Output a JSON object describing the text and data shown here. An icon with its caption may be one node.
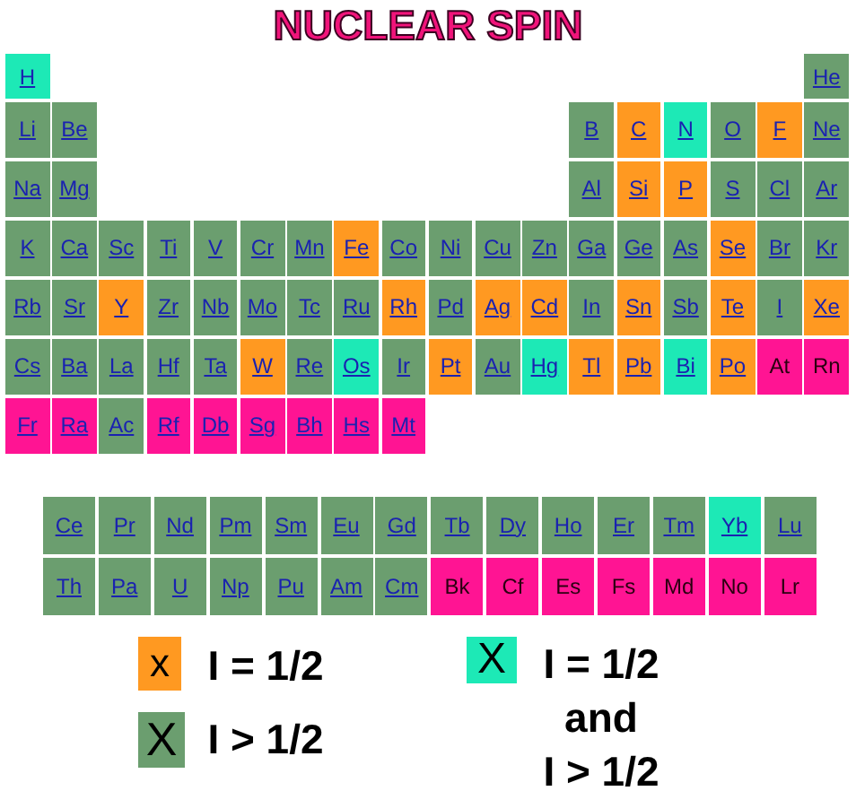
{
  "diagram": {
    "title": "NUCLEAR SPIN",
    "nodes": [
      {
        "text": [
          "H"
        ]
      },
      {
        "text": [
          "He"
        ]
      },
      {
        "text": [
          "Li"
        ]
      },
      {
        "text": [
          "Be"
        ]
      },
      {
        "text": [
          "B"
        ]
      },
      {
        "text": [
          "C"
        ]
      },
      {
        "text": [
          "N"
        ]
      },
      {
        "text": [
          "O"
        ]
      },
      {
        "text": [
          "F"
        ]
      },
      {
        "text": [
          "Ne"
        ]
      },
      {
        "text": [
          "Na"
        ]
      },
      {
        "text": [
          "Mg"
        ]
      },
      {
        "text": [
          "Al"
        ]
      },
      {
        "text": [
          "Si"
        ]
      },
      {
        "text": [
          "P"
        ]
      },
      {
        "text": [
          "S"
        ]
      },
      {
        "text": [
          "Cl"
        ]
      },
      {
        "text": [
          "Ar"
        ]
      },
      {
        "text": [
          "K"
        ]
      },
      {
        "text": [
          "Ca"
        ]
      },
      {
        "text": [
          "Sc"
        ]
      },
      {
        "text": [
          "Ti"
        ]
      },
      {
        "text": [
          "V"
        ]
      },
      {
        "text": [
          "Cr"
        ]
      },
      {
        "text": [
          "Mn"
        ]
      },
      {
        "text": [
          "Fe"
        ]
      },
      {
        "text": [
          "Co"
        ]
      },
      {
        "text": [
          "Ni"
        ]
      },
      {
        "text": [
          "Cu"
        ]
      },
      {
        "text": [
          "Zn"
        ]
      },
      {
        "text": [
          "Ga"
        ]
      },
      {
        "text": [
          "Ge"
        ]
      },
      {
        "text": [
          "As"
        ]
      },
      {
        "text": [
          "Se"
        ]
      },
      {
        "text": [
          "Br"
        ]
      },
      {
        "text": [
          "Kr"
        ]
      },
      {
        "text": [
          "Rb"
        ]
      },
      {
        "text": [
          "Sr"
        ]
      },
      {
        "text": [
          "Y"
        ]
      },
      {
        "text": [
          "Zr"
        ]
      },
      {
        "text": [
          "Nb"
        ]
      },
      {
        "text": [
          "Mo"
        ]
      },
      {
        "text": [
          "Tc"
        ]
      },
      {
        "text": [
          "Ru"
        ]
      },
      {
        "text": [
          "Rh"
        ]
      },
      {
        "text": [
          "Pd"
        ]
      },
      {
        "text": [
          "Ag"
        ]
      },
      {
        "text": [
          "Cd"
        ]
      },
      {
        "text": [
          "In"
        ]
      },
      {
        "text": [
          "Sn"
        ]
      },
      {
        "text": [
          "Sb"
        ]
      },
      {
        "text": [
          "Te"
        ]
      },
      {
        "text": [
          "I"
        ]
      },
      {
        "text": [
          "Xe"
        ]
      },
      {
        "text": [
          "Cs"
        ]
      },
      {
        "text": [
          "Ba"
        ]
      },
      {
        "text": [
          "La"
        ]
      },
      {
        "text": [
          "Hf"
        ]
      },
      {
        "text": [
          "Ta"
        ]
      },
      {
        "text": [
          "W"
        ]
      },
      {
        "text": [
          "Re"
        ]
      },
      {
        "text": [
          "Os"
        ]
      },
      {
        "text": [
          "Ir"
        ]
      },
      {
        "text": [
          "Pt"
        ]
      },
      {
        "text": [
          "Au"
        ]
      },
      {
        "text": [
          "Hg"
        ]
      },
      {
        "text": [
          "Tl"
        ]
      },
      {
        "text": [
          "Pb"
        ]
      },
      {
        "text": [
          "Bi"
        ]
      },
      {
        "text": [
          "Po"
        ]
      },
      {
        "text": [
          "At"
        ]
      },
      {
        "text": [
          "Rn"
        ]
      },
      {
        "text": [
          "Fr"
        ]
      },
      {
        "text": [
          "Ra"
        ]
      },
      {
        "text": [
          "Ac"
        ]
      },
      {
        "text": [
          "Rf"
        ]
      },
      {
        "text": [
          "Db"
        ]
      },
      {
        "text": [
          "Sg"
        ]
      },
      {
        "text": [
          "Bh"
        ]
      },
      {
        "text": [
          "Hs"
        ]
      },
      {
        "text": [
          "Mt"
        ]
      },
      {
        "text": [
          "Ce"
        ]
      },
      {
        "text": [
          "Pr"
        ]
      },
      {
        "text": [
          "Nd"
        ]
      },
      {
        "text": [
          "Pm"
        ]
      },
      {
        "text": [
          "Sm"
        ]
      },
      {
        "text": [
          "Eu"
        ]
      },
      {
        "text": [
          "Gd"
        ]
      },
      {
        "text": [
          "Tb"
        ]
      },
      {
        "text": [
          "Dy"
        ]
      },
      {
        "text": [
          "Ho"
        ]
      },
      {
        "text": [
          "Er"
        ]
      },
      {
        "text": [
          "Tm"
        ]
      },
      {
        "text": [
          "Yb"
        ]
      },
      {
        "text": [
          "Lu"
        ]
      },
      {
        "text": [
          "Th"
        ]
      },
      {
        "text": [
          "Pa"
        ]
      },
      {
        "text": [
          "U"
        ]
      },
      {
        "text": [
          "Np"
        ]
      },
      {
        "text": [
          "Pu"
        ]
      },
      {
        "text": [
          "Am"
        ]
      },
      {
        "text": [
          "Cm"
        ]
      },
      {
        "text": [
          "Bk"
        ]
      },
      {
        "text": [
          "Cf"
        ]
      },
      {
        "text": [
          "Es"
        ]
      },
      {
        "text": [
          "Fs"
        ]
      },
      {
        "text": [
          "Md"
        ]
      },
      {
        "text": [
          "No"
        ]
      },
      {
        "text": [
          "Lr"
        ]
      }
    ],
    "labels": [
      "x",
      "X",
      "X"
    ],
    "legend": [
      {
        "text": "I = 1/2",
        "color": "#ff9921"
      },
      {
        "text": "I > 1/2",
        "color": "#6b9e6f"
      },
      {
        "text": "I = 1/2 and I > 1/2",
        "color": "#1de9b6"
      }
    ]
  }
}
